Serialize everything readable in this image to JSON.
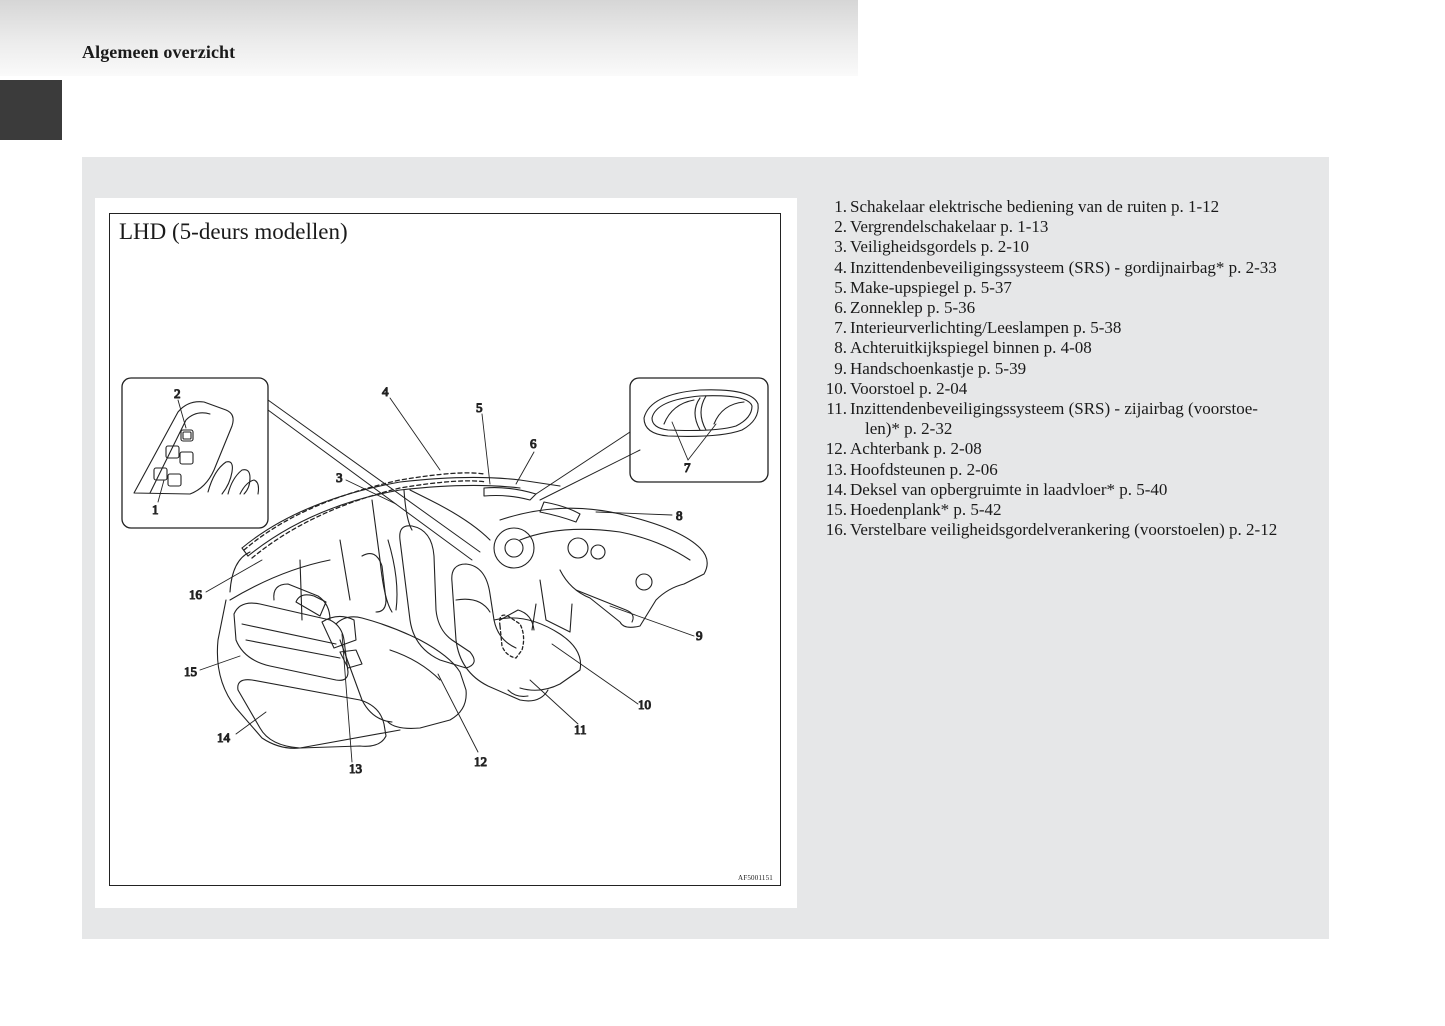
{
  "header": {
    "title": "Algemeen overzicht"
  },
  "figure": {
    "title": "LHD (5-deurs modellen)",
    "code": "AF5001151",
    "callouts": [
      "1",
      "2",
      "3",
      "4",
      "5",
      "6",
      "7",
      "8",
      "9",
      "10",
      "11",
      "12",
      "13",
      "14",
      "15",
      "16"
    ]
  },
  "legend": {
    "items": [
      {
        "num": "1.",
        "text": "Schakelaar elektrische bediening van de ruiten p. 1-12"
      },
      {
        "num": "2.",
        "text": "Vergrendelschakelaar p. 1-13"
      },
      {
        "num": "3.",
        "text": "Veiligheidsgordels p. 2-10"
      },
      {
        "num": "4.",
        "text": "Inzittendenbeveiligingssysteem (SRS) - gordijnairbag* p. 2-33"
      },
      {
        "num": "5.",
        "text": "Make-upspiegel p. 5-37"
      },
      {
        "num": "6.",
        "text": "Zonneklep p. 5-36"
      },
      {
        "num": "7.",
        "text": "Interieurverlichting/Leeslampen p. 5-38"
      },
      {
        "num": "8.",
        "text": "Achteruitkijkspiegel binnen p. 4-08"
      },
      {
        "num": "9.",
        "text": "Handschoenkastje p. 5-39"
      },
      {
        "num": "10.",
        "text": "Voorstoel p. 2-04"
      },
      {
        "num": "11.",
        "text": "Inzittendenbeveiligingssysteem (SRS) - zijairbag (voorstoe-",
        "text2": "len)* p. 2-32"
      },
      {
        "num": "12.",
        "text": "Achterbank p. 2-08"
      },
      {
        "num": "13.",
        "text": "Hoofdsteunen p. 2-06"
      },
      {
        "num": "14.",
        "text": "Deksel van opbergruimte in laadvloer* p. 5-40"
      },
      {
        "num": "15.",
        "text": "Hoedenplank* p. 5-42"
      },
      {
        "num": "16.",
        "text": "Verstelbare veiligheidsgordelverankering (voorstoelen) p. 2-12"
      }
    ]
  }
}
